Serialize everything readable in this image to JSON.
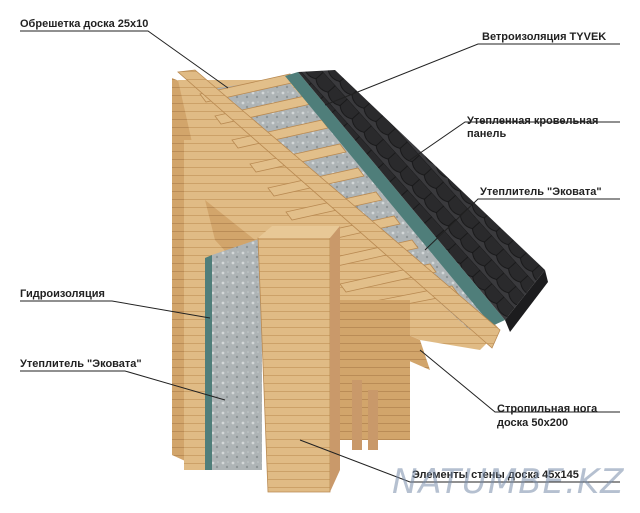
{
  "labels": {
    "obreshetka": "Обрешетка доска 25х10",
    "vetroizolyaciya": "Ветроизоляция TYVEK",
    "panel_line1": "Утепленная кровельная",
    "panel_line2": "панель",
    "uteplitel_top": "Утеплитель \"Эковата\"",
    "gidroizolyaciya": "Гидроизоляция",
    "uteplitel_left": "Утеплитель \"Эковата\"",
    "stropilnaya_line1": "Стропильная нога",
    "stropilnaya_line2": "доска 50х200",
    "element_steny": "Элементы стены доска 45х145"
  },
  "watermark": "NATUMBE.KZ",
  "colors": {
    "wood_light": "#e3c08d",
    "wood_mid": "#d4a86e",
    "wood_dark": "#b98a52",
    "insulation": "#a9afb2",
    "membrane": "#4f7e7a",
    "shingle": "#2c2c2e",
    "leader": "#222222"
  }
}
